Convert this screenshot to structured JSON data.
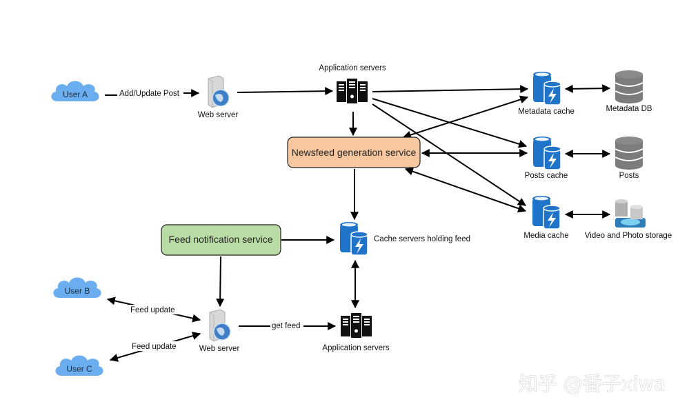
{
  "diagram": {
    "title": "Newsfeed system architecture",
    "users": {
      "user_a": "User A",
      "user_b": "User B",
      "user_c": "User C"
    },
    "servers": {
      "web_server_top": "Web server",
      "web_server_bottom": "Web server",
      "app_servers_top": "Application servers",
      "app_servers_bottom": "Application servers"
    },
    "services": {
      "newsfeed_generation": "Newsfeed generation service",
      "feed_notification": "Feed notification service"
    },
    "caches": {
      "metadata_cache": "Metadata cache",
      "posts_cache": "Posts cache",
      "media_cache": "Media cache",
      "feed_cache": "Cache servers holding feed"
    },
    "storage": {
      "metadata_db": "Metadata DB",
      "posts_db": "Posts",
      "media_storage": "Video and Photo storage"
    },
    "edge_labels": {
      "add_update_post": "Add/Update Post",
      "feed_update_b": "Feed update",
      "feed_update_c": "Feed update",
      "get_feed": "get feed"
    },
    "colors": {
      "cloud": "#6aaef0",
      "newsfeed_box": "#f7c8a0",
      "notification_box": "#b9dca4",
      "cache_blue": "#1f74c9",
      "db_gray": "#7c7c7c"
    },
    "watermark": "知乎 @番子xiwa"
  }
}
